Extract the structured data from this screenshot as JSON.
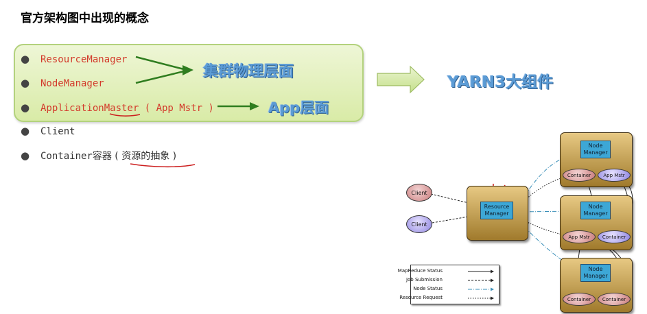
{
  "slide": {
    "title": "官方架构图中出现的概念"
  },
  "concepts": [
    {
      "bullet": "●",
      "text": "ResourceManager"
    },
    {
      "bullet": "●",
      "text": "NodeManager"
    },
    {
      "bullet": "●",
      "text": "ApplicationMaster ( App Mstr )"
    },
    {
      "bullet": "●",
      "text": "Client"
    },
    {
      "bullet": "●",
      "text_en": "Container",
      "text_cn": "容器 ( 资源的抽象 )"
    }
  ],
  "annotations": {
    "cluster_physical": "集群物理层面",
    "app_level": "App层面",
    "yarn_components": "YARN3大组件"
  },
  "colors": {
    "concept_red": "#d33a2b",
    "annotation_blue": "#5b9bd5",
    "box_green": "#d9eba7",
    "node_gold": "#c9a14f",
    "manager_blue": "#3da7d6"
  },
  "diagram": {
    "clients": [
      "Client",
      "Client"
    ],
    "resource_manager": "Resource Manager",
    "node_managers": [
      "Node Manager",
      "Node Manager",
      "Node Manager"
    ],
    "node1": [
      "Container",
      "App Mstr"
    ],
    "node2": [
      "App Mstr",
      "Container"
    ],
    "node3": [
      "Container",
      "Container"
    ]
  },
  "legend": {
    "items": [
      "MapReduce Status",
      "Job Submission",
      "Node Status",
      "Resource Request"
    ]
  }
}
